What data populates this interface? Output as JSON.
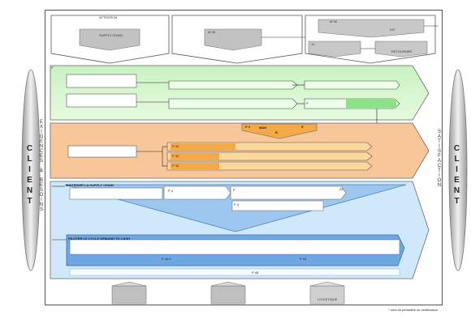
{
  "client_left": "CLIENT",
  "client_right": "CLIENT",
  "left_vertical": "EXIGENCES & BESOINS",
  "right_vertical": "SATISFACTION",
  "top_boxes": {
    "box1_title": "ATTENTION",
    "box1_inner": "SUPPLY CHAIN",
    "box2_label": "M 05",
    "box3_label": "M 06",
    "box3_sub1": "03T",
    "box3_sub2": "10",
    "box3_inner": "RETOURNER"
  },
  "green": {
    "p_label": "P",
    "row2_label": "P"
  },
  "orange": {
    "header_left": "P 3",
    "header_mid": "MAN",
    "header_right": "E",
    "header_bottom": "R",
    "rows": [
      "P 32",
      "P 33",
      "P 33"
    ]
  },
  "blue": {
    "title": "MAITRISER LA SUPPLY CHAIN",
    "p4": "P 4",
    "p4_right": "P",
    "p4_right2": "23",
    "p4_lower": "P 4",
    "bottom_title": "PILOTER LE CYCLE DEMAND TO CASH",
    "p44a": "P 44.3",
    "p44b": "P 44",
    "p45": "P 45"
  },
  "bottom_label": "LOGISTIQUE",
  "footnote": "* hors du périmètre de certification"
}
